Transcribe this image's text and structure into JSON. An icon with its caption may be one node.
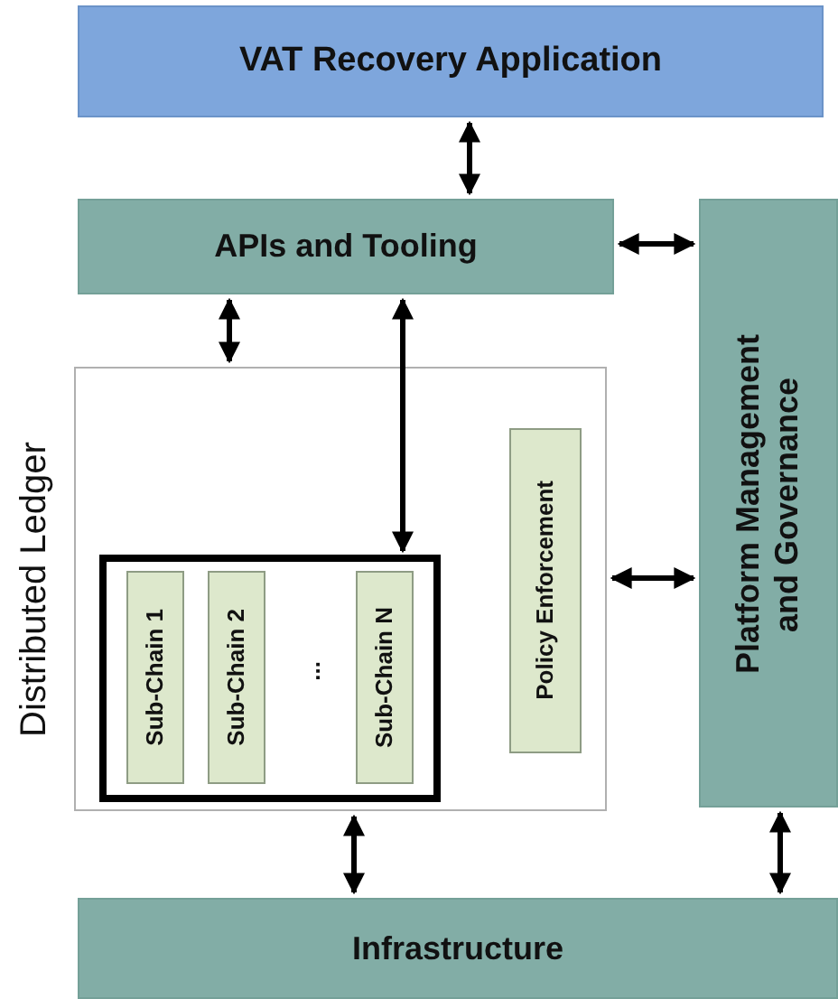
{
  "diagram": {
    "nodes": [
      {
        "text": [
          "VAT Recovery Application"
        ]
      },
      {
        "text": [
          "APIs and Tooling"
        ]
      },
      {
        "text": [
          "Platform Management and Governance"
        ]
      },
      {
        "text": [
          "Distributed Ledger"
        ]
      },
      {
        "text": [],
        "shape": "box",
        "in": 3
      },
      {
        "text": [
          "Sub-Chain 1"
        ],
        "in": 4
      },
      {
        "text": [
          "Sub-Chain 2"
        ],
        "in": 4
      },
      {
        "text": [
          "Sub-Chain N"
        ],
        "in": 4
      },
      {
        "text": [
          "Policy Enforcement"
        ],
        "in": 3
      },
      {
        "text": [
          "Infrastructure"
        ]
      }
    ],
    "edges": [
      {
        "from": 0,
        "to": 1,
        "arrow": "both"
      },
      {
        "from": 1,
        "to": 3,
        "arrow": "both"
      },
      {
        "from": 1,
        "to": 4,
        "arrow": "both"
      },
      {
        "from": 1,
        "to": 2,
        "arrow": "both"
      },
      {
        "from": 3,
        "to": 2,
        "arrow": "both"
      },
      {
        "from": 3,
        "to": 9,
        "arrow": "both"
      },
      {
        "from": 2,
        "to": 9,
        "arrow": "both"
      }
    ],
    "labels": [
      "..."
    ]
  }
}
